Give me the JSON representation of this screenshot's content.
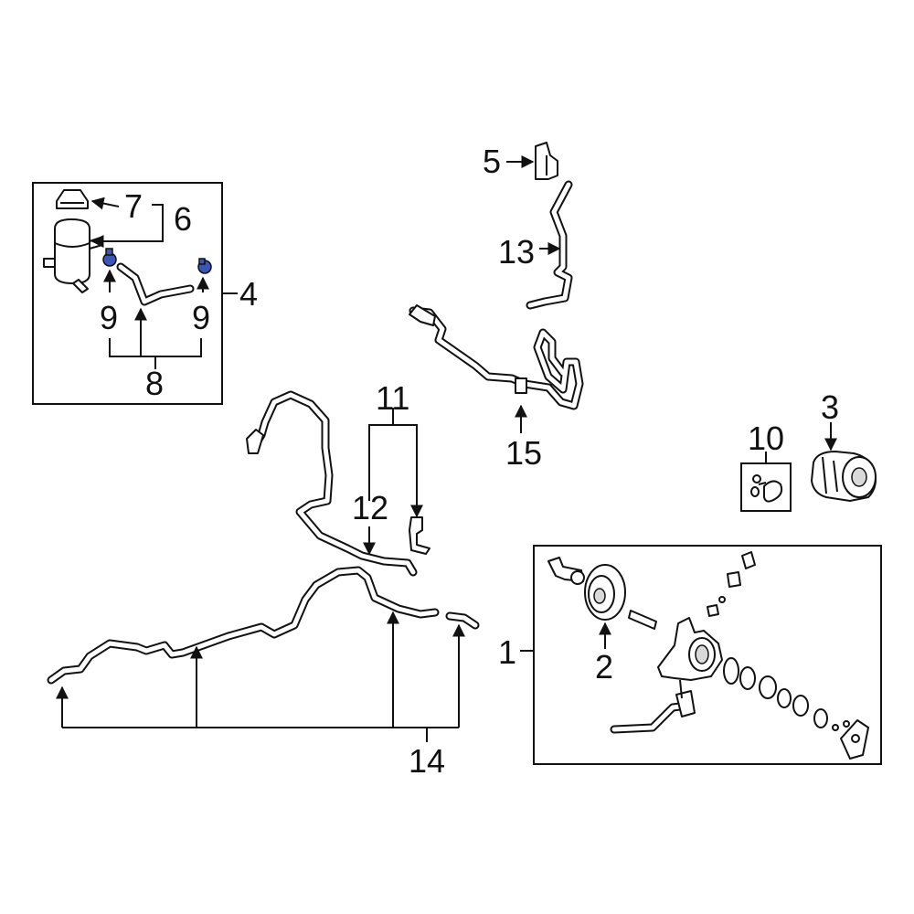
{
  "callouts": {
    "c1": "1",
    "c2": "2",
    "c3": "3",
    "c4": "4",
    "c5": "5",
    "c6": "6",
    "c7": "7",
    "c8": "8",
    "c9a": "9",
    "c9b": "9",
    "c10": "10",
    "c11": "11",
    "c12": "12",
    "c13": "13",
    "c14": "14",
    "c15": "15"
  },
  "colors": {
    "line": "#111111",
    "clamp": "#3b56b5",
    "background": "#ffffff"
  }
}
